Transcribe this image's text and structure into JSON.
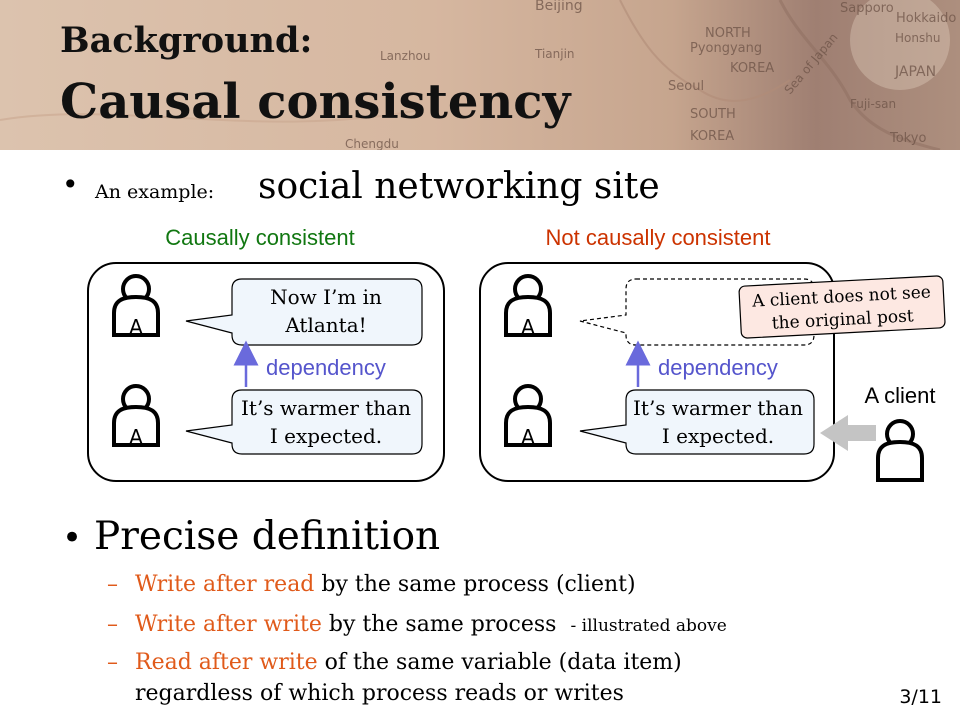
{
  "header": {
    "title_line1": "Background:",
    "title_line2": "Causal consistency",
    "map_labels": [
      "Beijing",
      "NORTH",
      "Pyongyang",
      "KOREA",
      "Seoul",
      "SOUTH",
      "KOREA",
      "Sapporo",
      "Hokkaido",
      "Honshu",
      "JAPAN",
      "Sea of Japan",
      "Fuji-san",
      "Tokyo",
      "Tianjin",
      "Lanzhou",
      "Chengdu"
    ]
  },
  "example": {
    "label": "An example:",
    "title": "social networking site"
  },
  "left_panel": {
    "heading": "Causally consistent",
    "heading_color": "#117711",
    "user_label": "A",
    "post_top_line1": "Now I’m in",
    "post_top_line2": "Atlanta!",
    "dependency": "dependency",
    "post_bottom_line1": "It’s warmer than",
    "post_bottom_line2": "I expected."
  },
  "right_panel": {
    "heading": "Not causally consistent",
    "heading_color": "#cc3300",
    "user_label": "A",
    "dependency": "dependency",
    "post_bottom_line1": "It’s warmer than",
    "post_bottom_line2": "I expected.",
    "note_line1": "A client does not see",
    "note_line2": "the original post",
    "client_label": "A client"
  },
  "definition": {
    "title": "Precise definition",
    "items": [
      {
        "highlight": "Write after read",
        "rest": " by the same process (client)"
      },
      {
        "highlight": "Write after write",
        "rest": " by the same process",
        "note": "- illustrated above"
      },
      {
        "highlight": "Read after write",
        "rest": " of the same variable (data item)",
        "continuation": "regardless of which process reads or writes"
      }
    ]
  },
  "page": "3/11",
  "colors": {
    "accent": "#e05a1a",
    "dependency": "#6a6adc",
    "bubble_fill": "#f0f6fc",
    "note_fill": "#fde8e2"
  }
}
